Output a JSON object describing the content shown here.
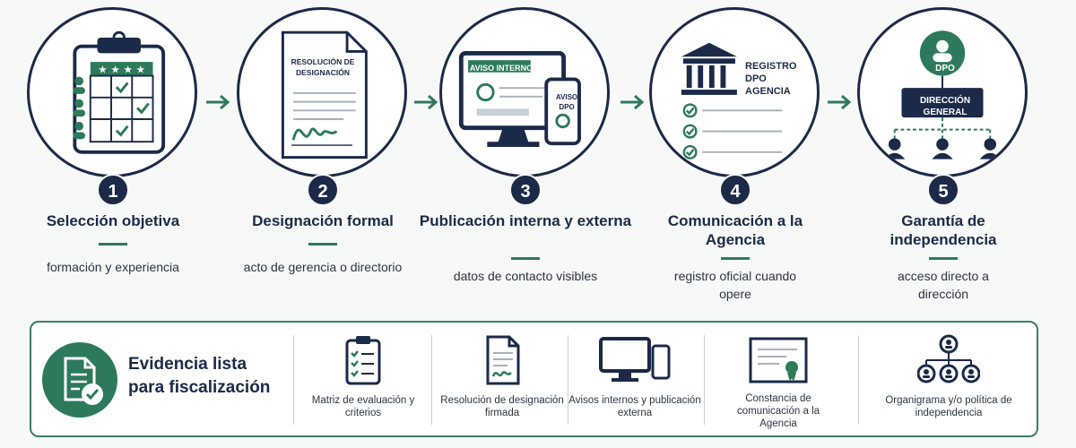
{
  "steps": [
    {
      "number": "1",
      "title": "Selección objetiva",
      "desc": "formación y experiencia"
    },
    {
      "number": "2",
      "title": "Designación formal",
      "desc": "acto de gerencia o directorio",
      "doc_heading": "RESOLUCIÓN DE DESIGNACIÓN"
    },
    {
      "number": "3",
      "title": "Publicación interna y externa",
      "desc": "datos de contacto visibles",
      "monitor_label": "AVISO INTERNO",
      "phone_label": "AVISO DPO"
    },
    {
      "number": "4",
      "title": "Comunicación a la Agencia",
      "desc": "registro oficial cuando opere",
      "registry_label": "REGISTRO DPO AGENCIA"
    },
    {
      "number": "5",
      "title": "Garantía de independencia",
      "desc": "acceso directo a dirección",
      "dpo_label": "DPO",
      "board_label": "DIRECCIÓN GENERAL"
    }
  ],
  "evidence": {
    "title": "Evidencia lista para fiscalización",
    "items": [
      {
        "label": "Matriz de evaluación y criterios",
        "icon": "checklist-clipboard-icon"
      },
      {
        "label": "Resolución de designación firmada",
        "icon": "signed-document-icon"
      },
      {
        "label": "Avisos internos y publicación externa",
        "icon": "monitor-phone-icon"
      },
      {
        "label": "Constancia de comunicación a la Agencia",
        "icon": "certificate-icon"
      },
      {
        "label": "Organigrama y/o política de independencia",
        "icon": "org-chart-icon"
      }
    ]
  },
  "colors": {
    "navy": "#1b2a49",
    "green": "#2d7a5b",
    "panel_border": "#3c7e62"
  }
}
